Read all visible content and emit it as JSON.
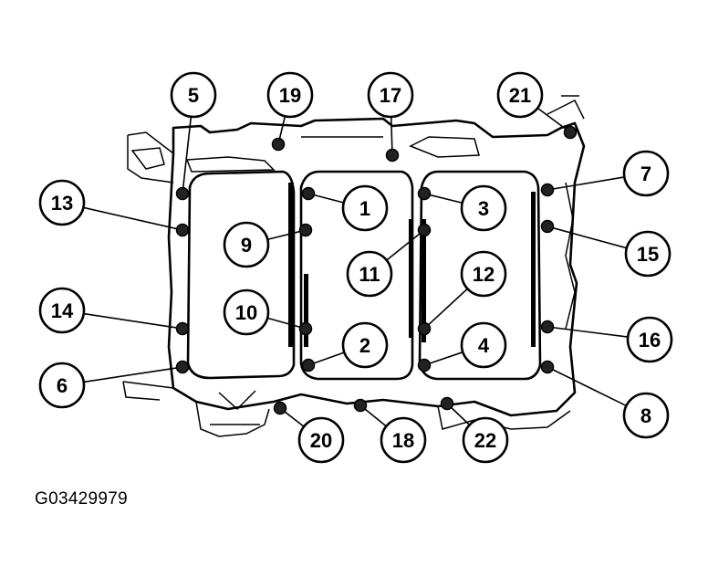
{
  "figure_id": "G03429979",
  "callouts": [
    {
      "label": "5"
    },
    {
      "label": "19"
    },
    {
      "label": "17"
    },
    {
      "label": "21"
    },
    {
      "label": "13"
    },
    {
      "label": "1"
    },
    {
      "label": "3"
    },
    {
      "label": "7"
    },
    {
      "label": "9"
    },
    {
      "label": "15"
    },
    {
      "label": "11"
    },
    {
      "label": "12"
    },
    {
      "label": "14"
    },
    {
      "label": "10"
    },
    {
      "label": "16"
    },
    {
      "label": "2"
    },
    {
      "label": "4"
    },
    {
      "label": "6"
    },
    {
      "label": "8"
    },
    {
      "label": "20"
    },
    {
      "label": "18"
    },
    {
      "label": "22"
    }
  ]
}
